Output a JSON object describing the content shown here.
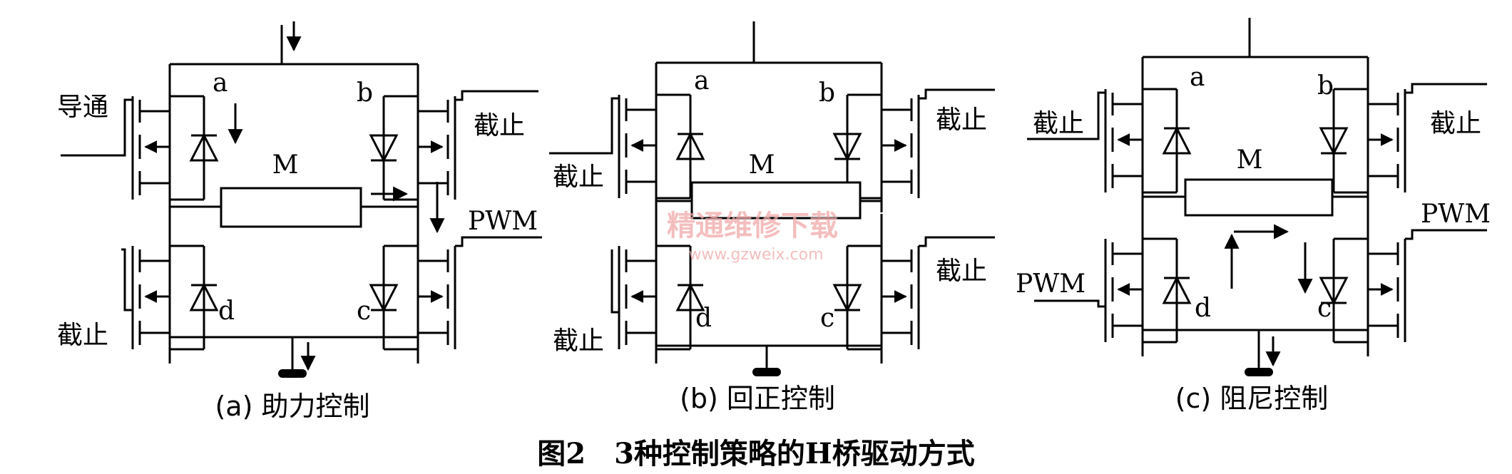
{
  "figure_caption": "图2　3种控制策略的H桥驱动方式",
  "motor_label": "M",
  "transistor_labels": [
    "a",
    "b",
    "c",
    "d"
  ],
  "watermark": {
    "text": "精通维修下载",
    "url": "www.gzweix.com",
    "color": "#f0a8a8"
  },
  "panels": [
    {
      "id": "a",
      "caption": "(a) 助力控制",
      "gates": {
        "a": "导通",
        "b": "截止",
        "c": "PWM",
        "d": "截止"
      }
    },
    {
      "id": "b",
      "caption": "(b) 回正控制",
      "gates": {
        "a": "截止",
        "b": "截止",
        "c": "截止",
        "d": "截止"
      }
    },
    {
      "id": "c",
      "caption": "(c) 阻尼控制",
      "gates": {
        "a": "截止",
        "b": "截止",
        "c": "PWM",
        "d": "PWM"
      }
    }
  ]
}
